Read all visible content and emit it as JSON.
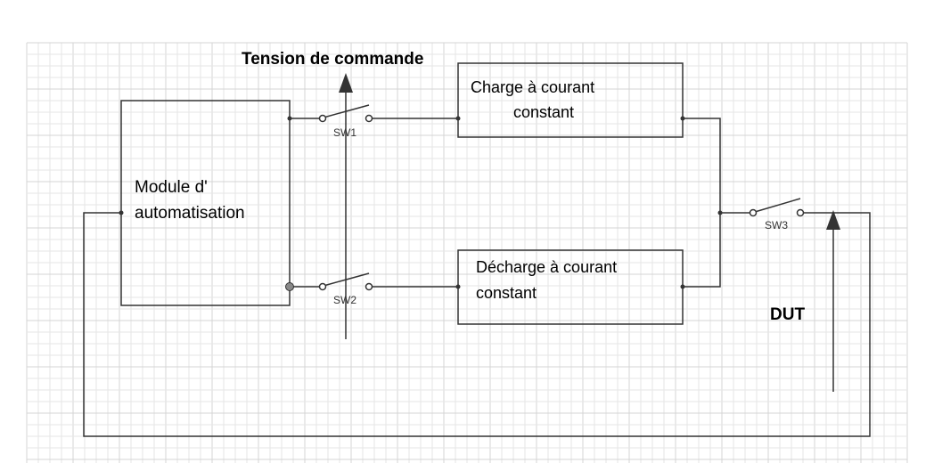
{
  "labels": {
    "control_voltage": "Tension de commande",
    "automation_module": [
      "Module d'",
      "automatisation"
    ],
    "charge_load": [
      "Charge à courant",
      "constant"
    ],
    "discharge_load": [
      "Décharge à courant",
      "constant"
    ],
    "dut": "DUT",
    "sw1": "SW1",
    "sw2": "SW2",
    "sw3": "SW3"
  },
  "colors": {
    "line": "#333333",
    "grid_minor": "#e6e6e6",
    "grid_major": "#d4d4d4",
    "background": "#ffffff"
  }
}
